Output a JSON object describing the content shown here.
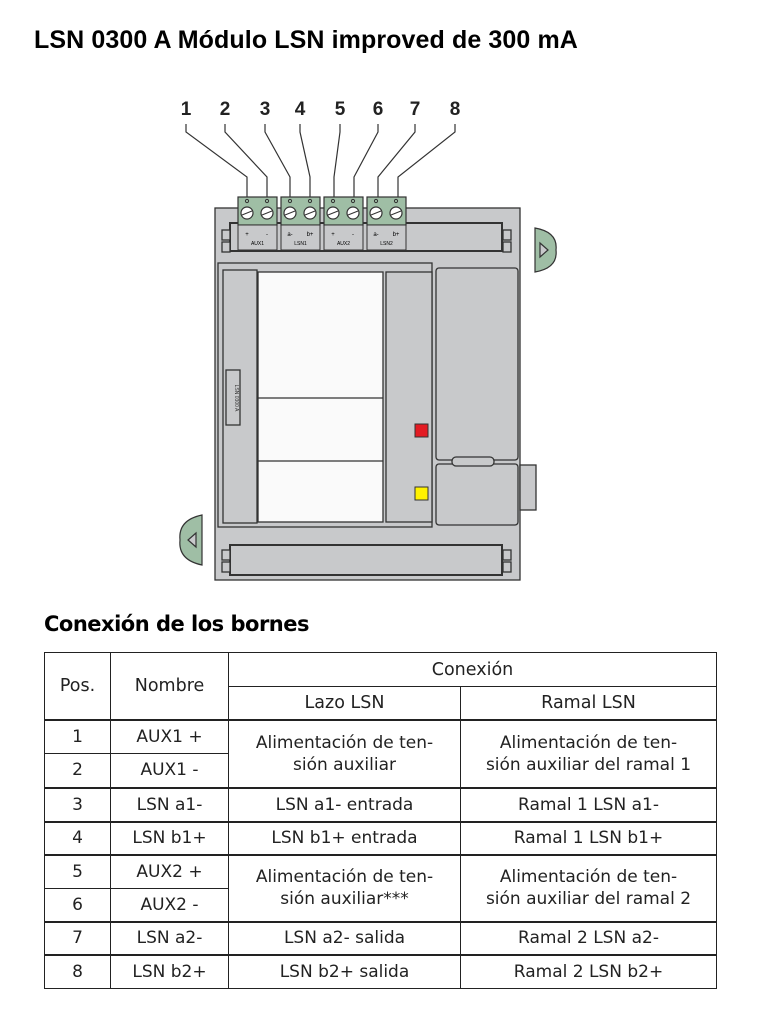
{
  "title": "LSN 0300 A Módulo LSN improved de 300 mA",
  "diagram": {
    "callouts": [
      "1",
      "2",
      "3",
      "4",
      "5",
      "6",
      "7",
      "8"
    ],
    "terminal_labels": [
      "AUX1",
      "LSN1",
      "AUX2",
      "LSN2"
    ],
    "terminal_signs": [
      [
        "+",
        "-"
      ],
      [
        "a-",
        "b+"
      ],
      [
        "+",
        "-"
      ],
      [
        "a-",
        "b+"
      ]
    ],
    "device_label": "LSN 0300 A",
    "led_colors": {
      "red": "#e31b23",
      "yellow": "#fff200"
    },
    "body_color": "#c8c9cb",
    "terminal_color": "#9fbea5"
  },
  "section_title": "Conexión de los bornes",
  "table": {
    "headers": {
      "pos": "Pos.",
      "nombre": "Nombre",
      "conexion": "Conexión",
      "lazo": "Lazo LSN",
      "ramal": "Ramal LSN"
    },
    "rows": [
      {
        "pos": "1",
        "nombre": "AUX1 +"
      },
      {
        "pos": "2",
        "nombre": "AUX1 -"
      },
      {
        "pos": "3",
        "nombre": "LSN a1-",
        "lazo": "LSN a1- entrada",
        "ramal": "Ramal 1 LSN a1-"
      },
      {
        "pos": "4",
        "nombre": "LSN b1+",
        "lazo": "LSN b1+ entrada",
        "ramal": "Ramal 1 LSN b1+"
      },
      {
        "pos": "5",
        "nombre": "AUX2 +"
      },
      {
        "pos": "6",
        "nombre": "AUX2 -"
      },
      {
        "pos": "7",
        "nombre": "LSN a2-",
        "lazo": "LSN a2- salida",
        "ramal": "Ramal 2 LSN a2-"
      },
      {
        "pos": "8",
        "nombre": "LSN b2+",
        "lazo": "LSN b2+ salida",
        "ramal": "Ramal 2 LSN b2+"
      }
    ],
    "merged": [
      {
        "lazo": "Alimentación de ten-\nsión auxiliar",
        "ramal": "Alimentación de ten-\nsión auxiliar del ramal 1"
      },
      {
        "lazo": "Alimentación de ten-\nsión auxiliar***",
        "ramal": "Alimentación de ten-\nsión auxiliar del ramal 2"
      }
    ]
  }
}
